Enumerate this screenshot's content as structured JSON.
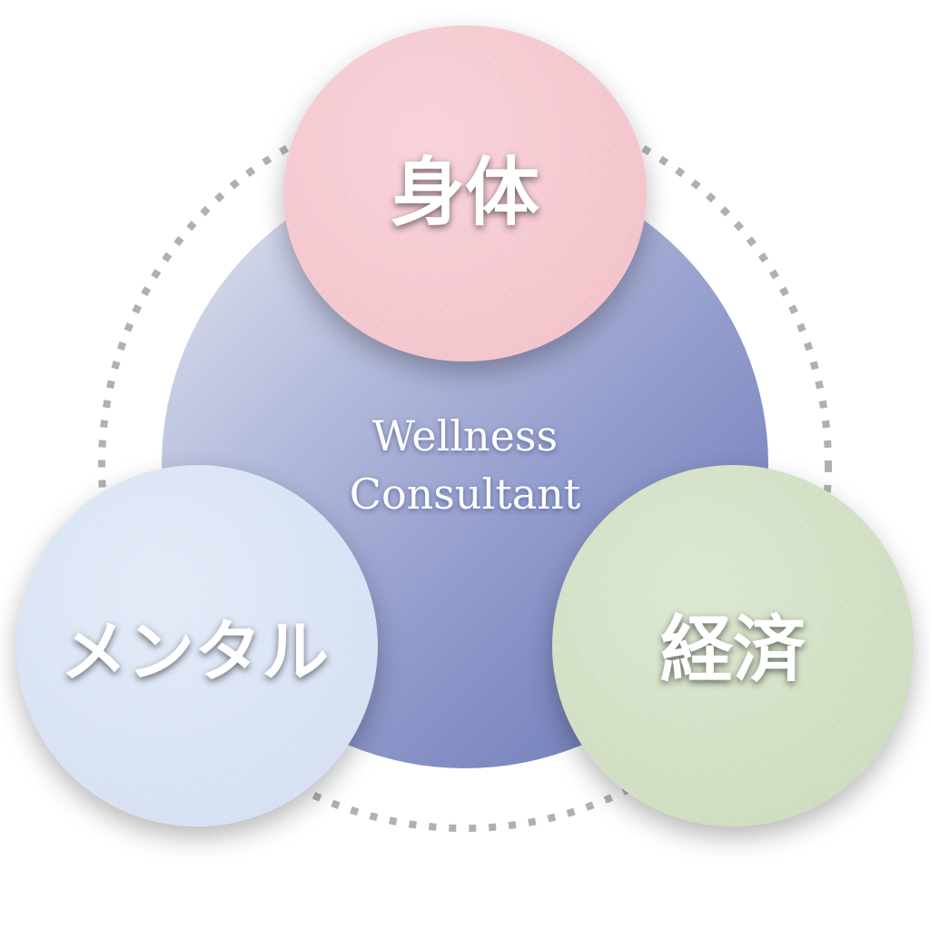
{
  "center": {
    "line1": "Wellness",
    "line2": "Consultant"
  },
  "nodes": {
    "top": {
      "label": "身体"
    },
    "left": {
      "label": "メンタル"
    },
    "right": {
      "label": "経済"
    }
  },
  "colors": {
    "top_fill": "#f2bfc8",
    "left_fill": "#d2ddf0",
    "right_fill": "#cad9bb",
    "center_fill_light": "#e4e7f1",
    "center_fill_dark": "#6573b3",
    "ring_dots": "#b0b0b0",
    "label_text": "#ffffff"
  }
}
